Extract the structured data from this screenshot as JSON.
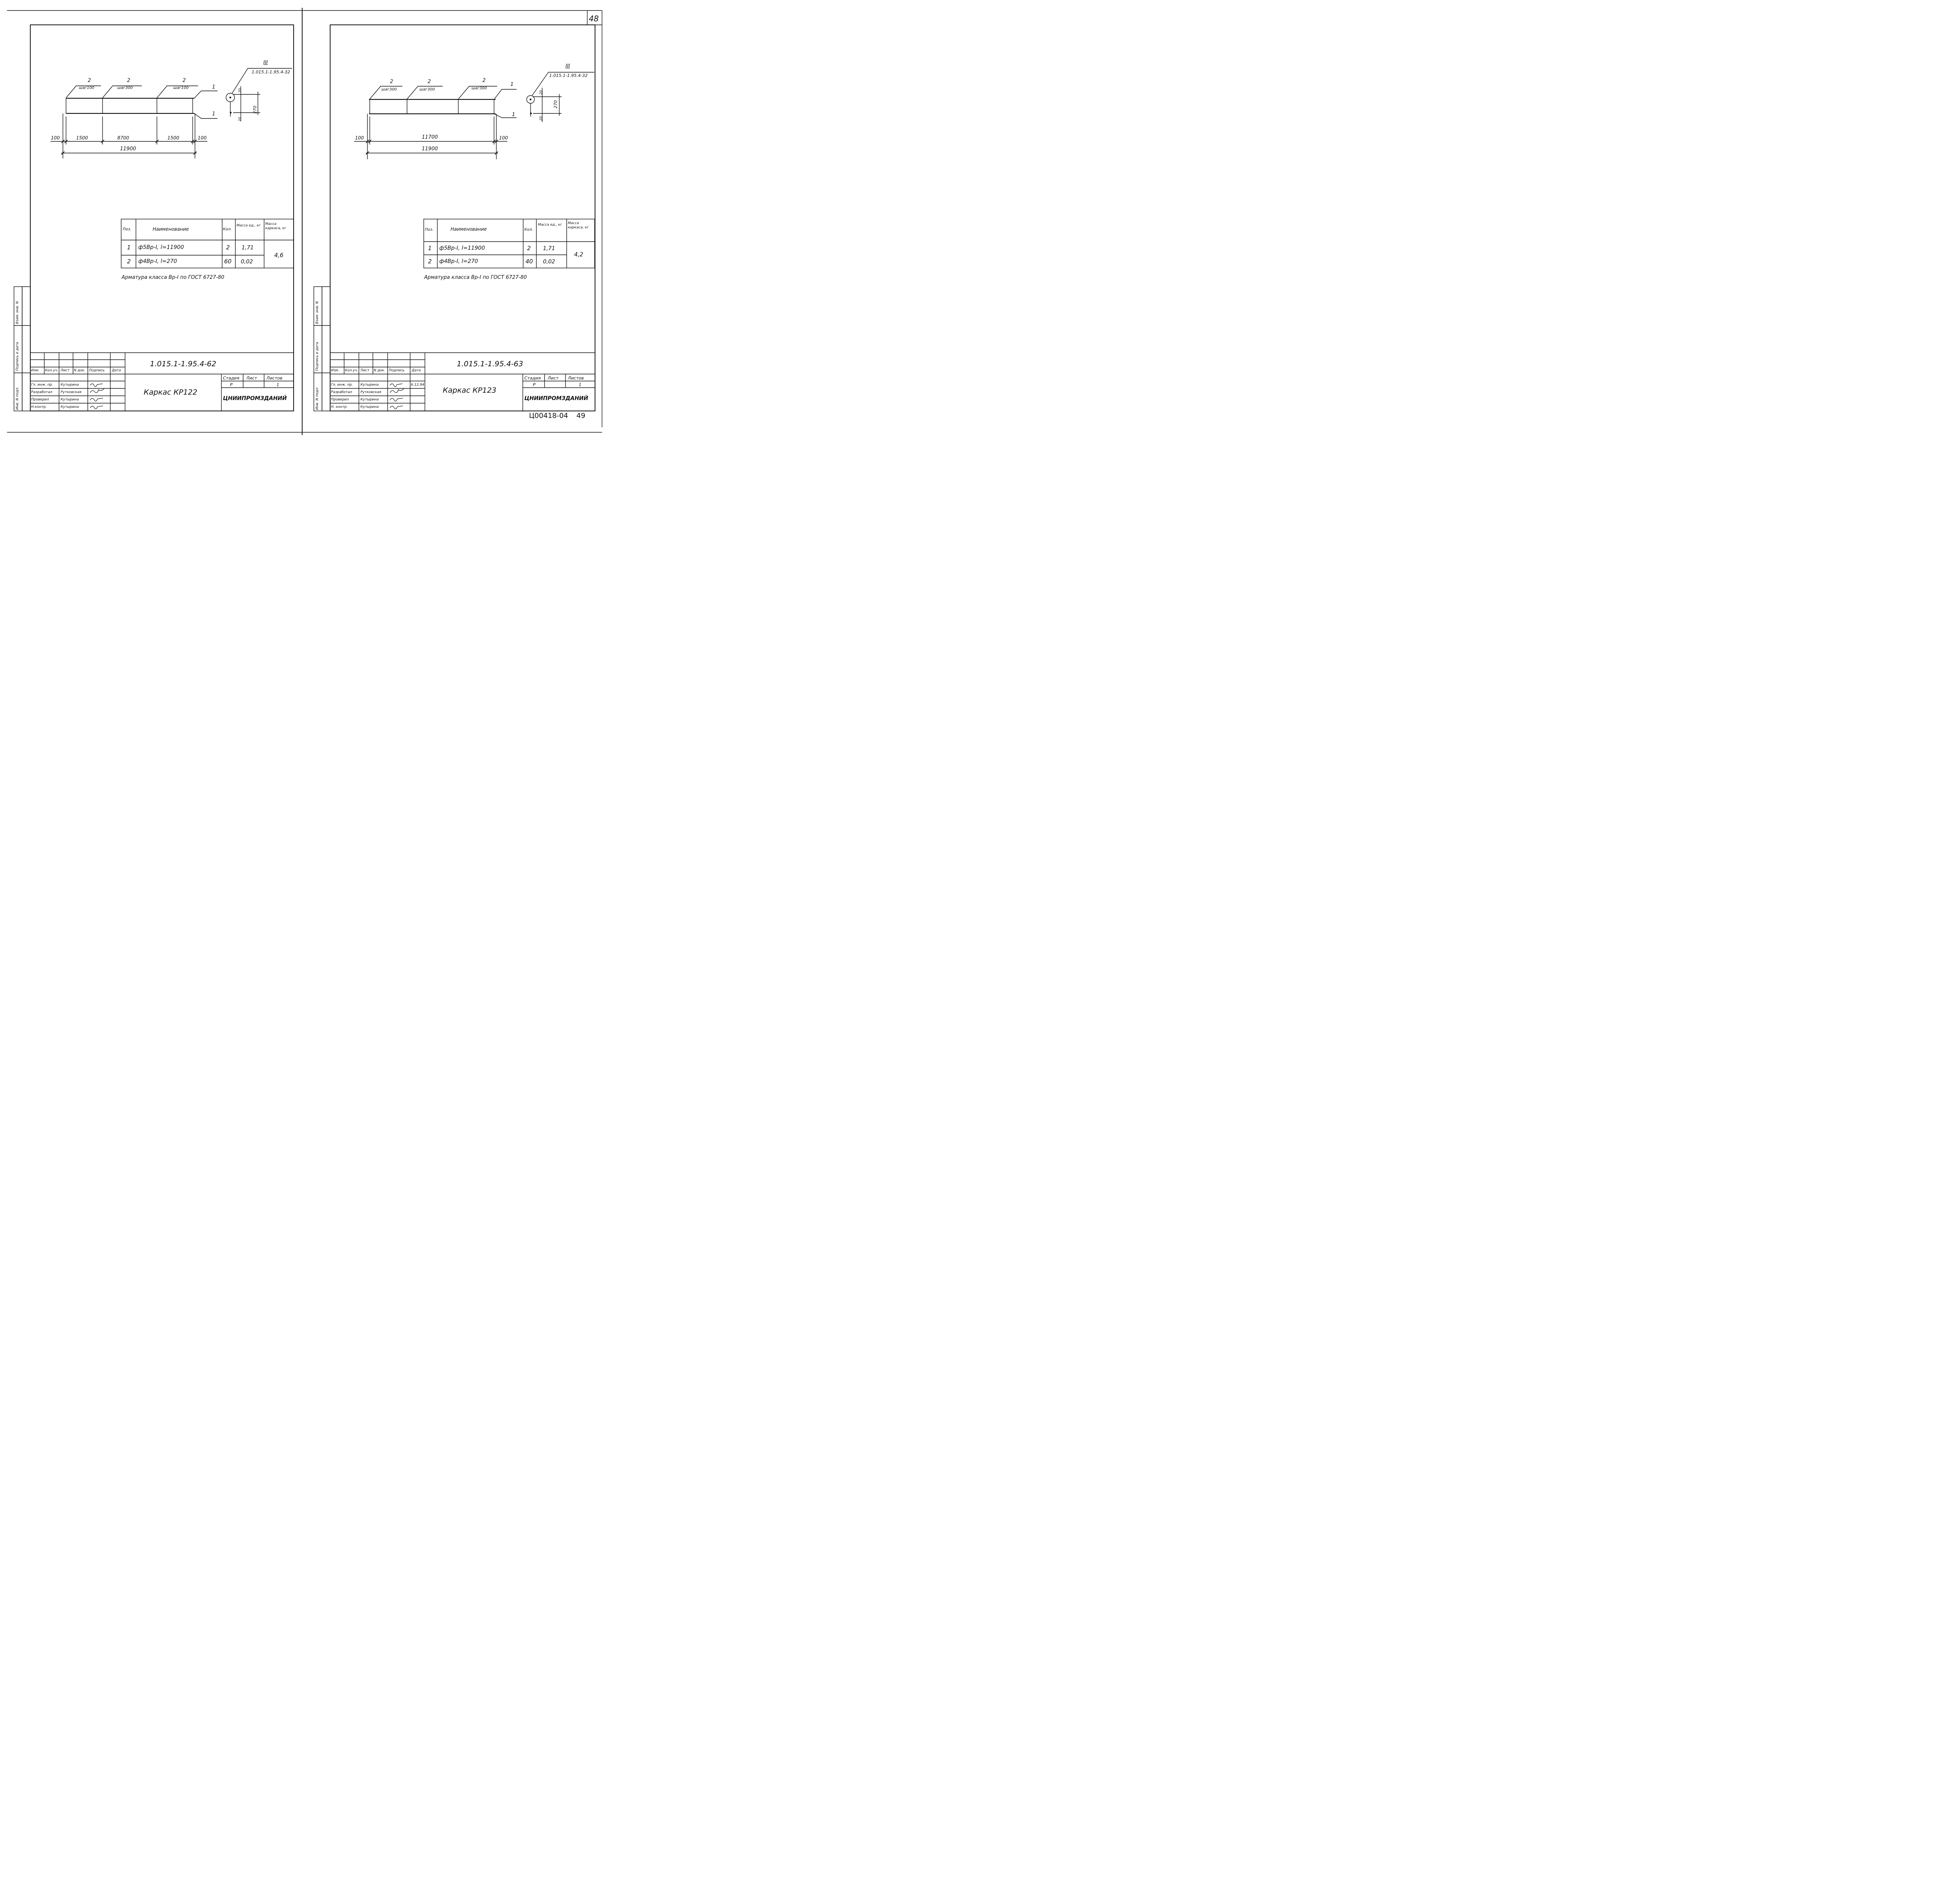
{
  "page_number": "48",
  "archive_number": "Ц00418-04",
  "archive_page": "49",
  "side_stamp": {
    "inv_no": "Инв. N подл.",
    "sign_date": "Подпись и дата",
    "replace_inv": "Взам. инв. N"
  },
  "sheets": [
    {
      "section_label": "III",
      "section_ref": "1.015.1-1.95.4-32",
      "pitches": [
        {
          "count": "2",
          "label": "шаг100"
        },
        {
          "count": "2",
          "label": "шаг300"
        },
        {
          "count": "2",
          "label": "шаг100"
        }
      ],
      "leaders": [
        "1",
        "1"
      ],
      "dims_top": [
        "100",
        "1500",
        "8700",
        "1500",
        "100"
      ],
      "dim_total": "11900",
      "section_dims": {
        "top": "20",
        "height": "270",
        "bottom": "20"
      },
      "spec": {
        "headers": {
          "pos": "Поз.",
          "name": "Наименование",
          "qty": "Кол.",
          "mass_unit": "Масса ед., кг",
          "mass_frame": "Масса каркаса, кг"
        },
        "rows": [
          {
            "pos": "1",
            "name": "ф5Вр-I, l=11900",
            "qty": "2",
            "mass": "1,71"
          },
          {
            "pos": "2",
            "name": "ф4Вр-I, l=270",
            "qty": "60",
            "mass": "0,02"
          }
        ],
        "frame_mass": "4,6"
      },
      "note": "Арматура класса Вр-I по ГОСТ 6727-80",
      "title_block": {
        "doc_code": "1.015.1-1.95.4-62",
        "title": "Каркас КР122",
        "org": "ЦНИИПРОМЗДАНИЙ",
        "headers": [
          "Изм.",
          "Кол.уч.",
          "Лист",
          "N док.",
          "Подпись",
          "Дата"
        ],
        "stage_headers": [
          "Стадия",
          "Лист",
          "Листов"
        ],
        "stage": "Р",
        "sheet": "",
        "sheets_total": "1",
        "roles": [
          {
            "role": "Гл. инж. пр.",
            "name": "Кутырина",
            "date": ""
          },
          {
            "role": "Разработал",
            "name": "Рутковская",
            "date": ""
          },
          {
            "role": "Проверил",
            "name": "Кутырина",
            "date": ""
          },
          {
            "role": "Н.контр.",
            "name": "Кутырина",
            "date": ""
          }
        ]
      }
    },
    {
      "section_label": "III",
      "section_ref": "1.015.1-1.95.4-32",
      "pitches": [
        {
          "count": "2",
          "label": "шаг300"
        },
        {
          "count": "2",
          "label": "шаг300"
        },
        {
          "count": "2",
          "label": "шаг300"
        }
      ],
      "leaders": [
        "1",
        "1"
      ],
      "dims_top": [
        "100",
        "11700",
        "100"
      ],
      "dim_total": "11900",
      "section_dims": {
        "top": "20",
        "height": "270",
        "bottom": "20"
      },
      "spec": {
        "headers": {
          "pos": "Поз.",
          "name": "Наименование",
          "qty": "Кол.",
          "mass_unit": "Масса ед., кг",
          "mass_frame": "Масса каркаса, кг"
        },
        "rows": [
          {
            "pos": "1",
            "name": "ф5Вр-I, l=11900",
            "qty": "2",
            "mass": "1,71"
          },
          {
            "pos": "2",
            "name": "ф4Вр-I, l=270",
            "qty": "40",
            "mass": "0,02"
          }
        ],
        "frame_mass": "4,2"
      },
      "note": "Арматура класса Вр-I по ГОСТ 6727-80",
      "title_block": {
        "doc_code": "1.015.1-1.95.4-63",
        "title": "Каркас КР123",
        "org": "ЦНИИПРОМЗДАНИЙ",
        "headers": [
          "Изм.",
          "Кол.уч.",
          "Лист",
          "N док.",
          "Подпись",
          "Дата"
        ],
        "stage_headers": [
          "Стадия",
          "Лист",
          "Листов"
        ],
        "stage": "Р",
        "sheet": "",
        "sheets_total": "1",
        "roles": [
          {
            "role": "Гл. инж. пр.",
            "name": "Кутырина",
            "date": "6.12.94"
          },
          {
            "role": "Разработал",
            "name": "Рутковская",
            "date": ""
          },
          {
            "role": "Проверил",
            "name": "Кутырина",
            "date": ""
          },
          {
            "role": "Н. контр.",
            "name": "Кутырина",
            "date": ""
          }
        ]
      }
    }
  ]
}
